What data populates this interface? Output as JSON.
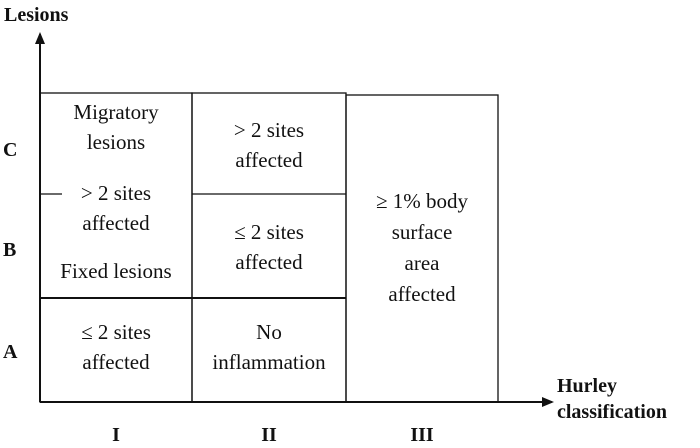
{
  "axes": {
    "y_title": "Lesions",
    "x_title_line1": "Hurley",
    "x_title_line2": "classification",
    "y_levels": [
      "A",
      "B",
      "C"
    ],
    "x_levels": [
      "I",
      "II",
      "III"
    ]
  },
  "cells": {
    "i_c_line1": "Migratory",
    "i_c_line2": "lesions",
    "i_bc_line1": "> 2 sites",
    "i_bc_line2": "affected",
    "i_b_line1": "Fixed lesions",
    "i_a_line1": "≤ 2 sites",
    "i_a_line2": "affected",
    "ii_c_line1": "> 2 sites",
    "ii_c_line2": "affected",
    "ii_b_line1": "≤  2 sites",
    "ii_b_line2": "affected",
    "ii_a_line1": "No",
    "ii_a_line2": "inflammation",
    "iii_line1": "≥ 1% body",
    "iii_line2": "surface",
    "iii_line3": "area",
    "iii_line4": "affected"
  },
  "colors": {
    "ink": "#111111",
    "background": "#ffffff"
  }
}
